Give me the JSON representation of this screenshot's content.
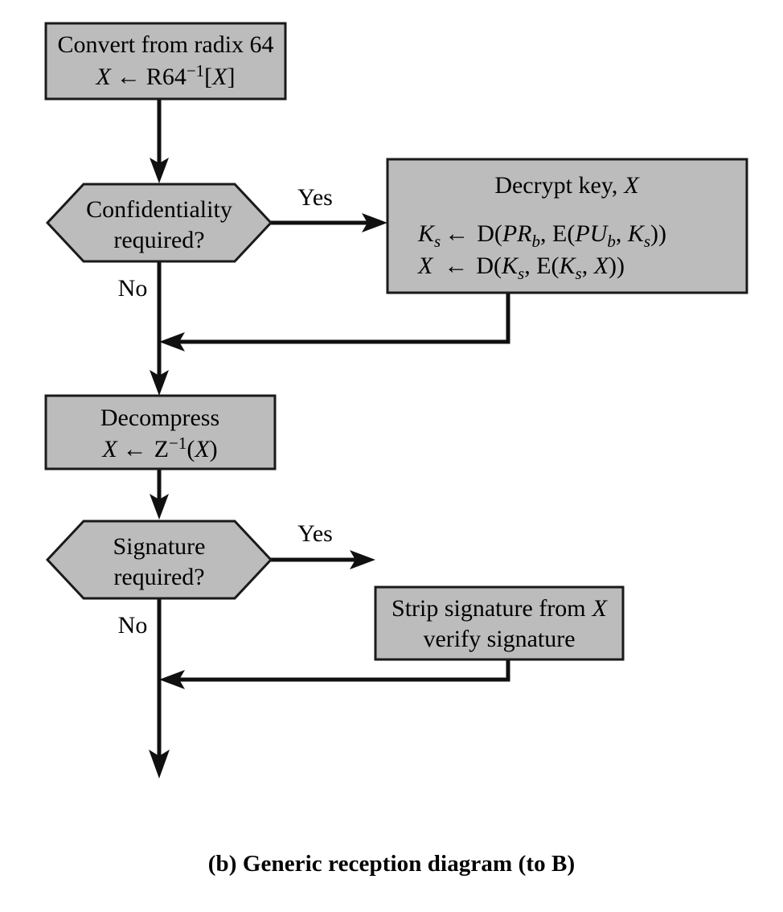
{
  "figure": {
    "caption": "(b) Generic reception diagram (to B)",
    "shape_fill_color": "#bcbcbc",
    "stroke_color": "#101010",
    "background_color": "#ffffff"
  },
  "nodes": {
    "convert_radix": {
      "type": "process",
      "line1": "Convert from radix 64",
      "formula_var": "X",
      "formula_arrow": "←",
      "formula_fn": "R64",
      "formula_sup": "−1",
      "formula_arg": "[X]"
    },
    "confidentiality_decision": {
      "type": "decision",
      "line1": "Confidentiality",
      "line2": "required?",
      "yes_label": "Yes",
      "no_label": "No"
    },
    "decrypt_key": {
      "type": "process",
      "title": "Decrypt key, X",
      "title_plain": "Decrypt key,",
      "title_var": "X",
      "formula_line1": "Ks ← D(PRb, E(PUb, Ks))",
      "formula_line2": "X ← D(Ks, E(Ks, X))"
    },
    "decompress": {
      "type": "process",
      "line1": "Decompress",
      "formula_var": "X",
      "formula_arrow": "←",
      "formula_fn": "Z",
      "formula_sup": "−1",
      "formula_arg": "(X)"
    },
    "signature_decision": {
      "type": "decision",
      "line1": "Signature",
      "line2": "required?",
      "yes_label": "Yes",
      "no_label": "No"
    },
    "strip_signature": {
      "type": "process",
      "line1_plain": "Strip signature from",
      "line1_var": "X",
      "line2": "verify signature"
    }
  },
  "edges": [
    {
      "name": "convert-to-confidentiality",
      "from": "convert_radix",
      "to": "confidentiality_decision",
      "label": ""
    },
    {
      "name": "confidentiality-yes-to-decrypt",
      "from": "confidentiality_decision",
      "to": "decrypt_key",
      "label": "Yes"
    },
    {
      "name": "confidentiality-no-down",
      "from": "confidentiality_decision",
      "to": "merge_1",
      "label": "No"
    },
    {
      "name": "decrypt-to-merge",
      "from": "decrypt_key",
      "to": "merge_1",
      "label": ""
    },
    {
      "name": "merge-to-decompress",
      "from": "merge_1",
      "to": "decompress",
      "label": ""
    },
    {
      "name": "decompress-to-signature",
      "from": "decompress",
      "to": "signature_decision",
      "label": ""
    },
    {
      "name": "signature-yes-to-strip",
      "from": "signature_decision",
      "to": "strip_signature",
      "label": "Yes"
    },
    {
      "name": "signature-no-down",
      "from": "signature_decision",
      "to": "merge_2",
      "label": "No"
    },
    {
      "name": "strip-to-merge",
      "from": "strip_signature",
      "to": "merge_2",
      "label": ""
    },
    {
      "name": "merge-to-output",
      "from": "merge_2",
      "to": "output",
      "label": ""
    }
  ]
}
